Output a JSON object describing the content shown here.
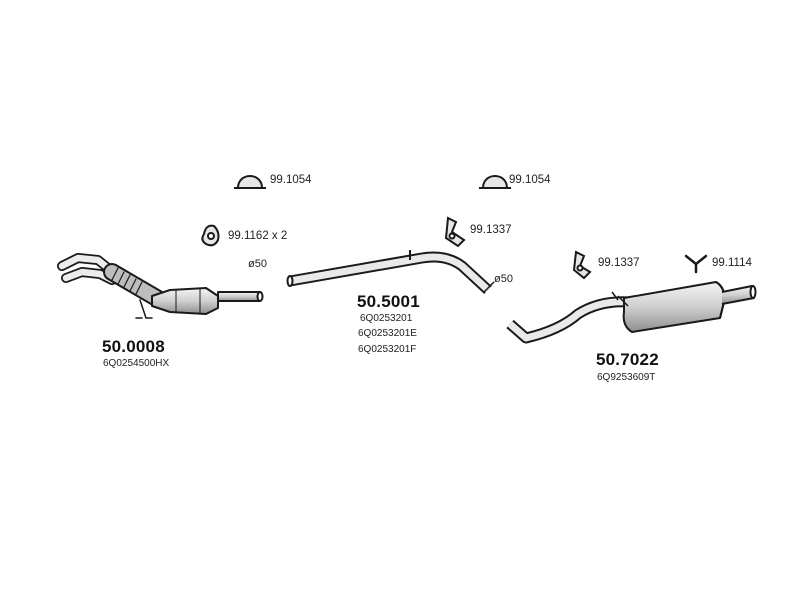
{
  "accessories": [
    {
      "id": "clamp-1",
      "code": "99.1054"
    },
    {
      "id": "clamp-2",
      "code": "99.1054"
    },
    {
      "id": "ring",
      "code": "99.1162 x 2"
    },
    {
      "id": "hanger-1",
      "code": "99.1337"
    },
    {
      "id": "hanger-2",
      "code": "99.1337"
    },
    {
      "id": "bracket",
      "code": "99.1114"
    }
  ],
  "parts": [
    {
      "id": "front",
      "code": "50.0008",
      "oe": [
        "6Q0254500HX"
      ],
      "diameter": "ø50"
    },
    {
      "id": "middle",
      "code": "50.5001",
      "oe": [
        "6Q0253201",
        "6Q0253201E",
        "6Q0253201F"
      ],
      "diameter": "ø50"
    },
    {
      "id": "rear",
      "code": "50.7022",
      "oe": [
        "6Q9253609T"
      ]
    }
  ],
  "colors": {
    "background": "#ffffff",
    "line": "#1a1a1a",
    "shade": "#d9d9d9"
  }
}
